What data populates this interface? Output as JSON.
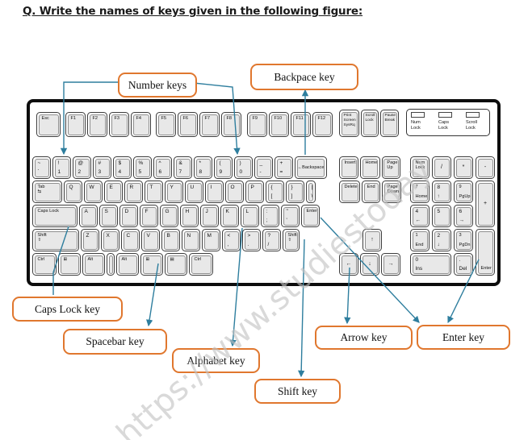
{
  "title": "Q. Write the names of keys given in the following figure:",
  "watermark": "https://www.studiestoday",
  "colors": {
    "callout_border": "#e0772e",
    "pointer_line": "#2e7e9e",
    "key_fill": "#e8e8e8"
  },
  "callouts": {
    "number": "Number keys",
    "backspace": "Backpace key",
    "caps": "Caps Lock key",
    "space": "Spacebar key",
    "alphabet": "Alphabet key",
    "shift": "Shift key",
    "arrow": "Arrow key",
    "enter": "Enter key"
  },
  "keyboard": {
    "esc": "Esc",
    "function_groups": [
      [
        "F1",
        "F2",
        "F3",
        "F4"
      ],
      [
        "F5",
        "F6",
        "F7",
        "F8"
      ],
      [
        "F9",
        "F10",
        "F11",
        "F12"
      ]
    ],
    "system_keys": [
      [
        "Print",
        "Screen",
        "SysRq"
      ],
      [
        "Scroll",
        "Lock"
      ],
      [
        "Pause",
        "Break"
      ]
    ],
    "indicator_lights": [
      [
        "Num",
        "Lock"
      ],
      [
        "Caps",
        "Lock"
      ],
      [
        "Scroll",
        "Lock"
      ]
    ],
    "row_numbers": [
      [
        "~",
        "`"
      ],
      [
        "!",
        "1"
      ],
      [
        "@",
        "2"
      ],
      [
        "#",
        "3"
      ],
      [
        "$",
        "4"
      ],
      [
        "%",
        "5"
      ],
      [
        "^",
        "6"
      ],
      [
        "&",
        "7"
      ],
      [
        "*",
        "8"
      ],
      [
        "(",
        "9"
      ],
      [
        ")",
        "0"
      ],
      [
        "_",
        "-"
      ],
      [
        "+",
        "="
      ],
      [
        "←Backspace"
      ]
    ],
    "row_qwerty": [
      [
        "Tab",
        "⇆"
      ],
      [
        "Q"
      ],
      [
        "W"
      ],
      [
        "E"
      ],
      [
        "R"
      ],
      [
        "T"
      ],
      [
        "Y"
      ],
      [
        "U"
      ],
      [
        "I"
      ],
      [
        "O"
      ],
      [
        "P"
      ],
      [
        "{",
        "["
      ],
      [
        "}",
        "]"
      ],
      [
        "|",
        "\\"
      ]
    ],
    "row_home": [
      [
        "Caps Lock"
      ],
      [
        "A"
      ],
      [
        "S"
      ],
      [
        "D"
      ],
      [
        "F"
      ],
      [
        "G"
      ],
      [
        "H"
      ],
      [
        "J"
      ],
      [
        "K"
      ],
      [
        "L"
      ],
      [
        ":",
        ";"
      ],
      [
        "\"",
        "'"
      ],
      [
        "Enter"
      ]
    ],
    "row_shift": [
      [
        "Shift",
        "⇧"
      ],
      [
        "Z"
      ],
      [
        "X"
      ],
      [
        "C"
      ],
      [
        "V"
      ],
      [
        "B"
      ],
      [
        "N"
      ],
      [
        "M"
      ],
      [
        "<",
        ","
      ],
      [
        ">",
        "."
      ],
      [
        "?",
        "/"
      ],
      [
        "Shift",
        "⇧"
      ]
    ],
    "row_bottom": [
      [
        "Ctrl"
      ],
      [
        "⊞"
      ],
      [
        "Alt"
      ],
      [
        " "
      ],
      [
        "Alt"
      ],
      [
        "⊞"
      ],
      [
        "▤"
      ],
      [
        "Ctrl"
      ]
    ],
    "nav_keys": [
      [
        "Insert"
      ],
      [
        "Home"
      ],
      [
        "Page",
        "Up"
      ],
      [
        "Delete"
      ],
      [
        "End"
      ],
      [
        "Page",
        "Down"
      ]
    ],
    "arrows": {
      "up": "↑",
      "left": "←",
      "down": "↓",
      "right": "→"
    },
    "numpad_keys": [
      [
        "Num",
        "Lock"
      ],
      [
        "/"
      ],
      [
        "*"
      ],
      [
        "-"
      ],
      [
        "7",
        "Home"
      ],
      [
        "8",
        "↑"
      ],
      [
        "9",
        "PgUp"
      ],
      [
        "+"
      ],
      [
        "4",
        "←"
      ],
      [
        "5"
      ],
      [
        "6",
        "→"
      ],
      [
        "1",
        "End"
      ],
      [
        "2",
        "↓"
      ],
      [
        "3",
        "PgDn"
      ],
      [
        "Enter"
      ],
      [
        "0",
        "Ins"
      ],
      [
        ".",
        "Del"
      ]
    ]
  }
}
